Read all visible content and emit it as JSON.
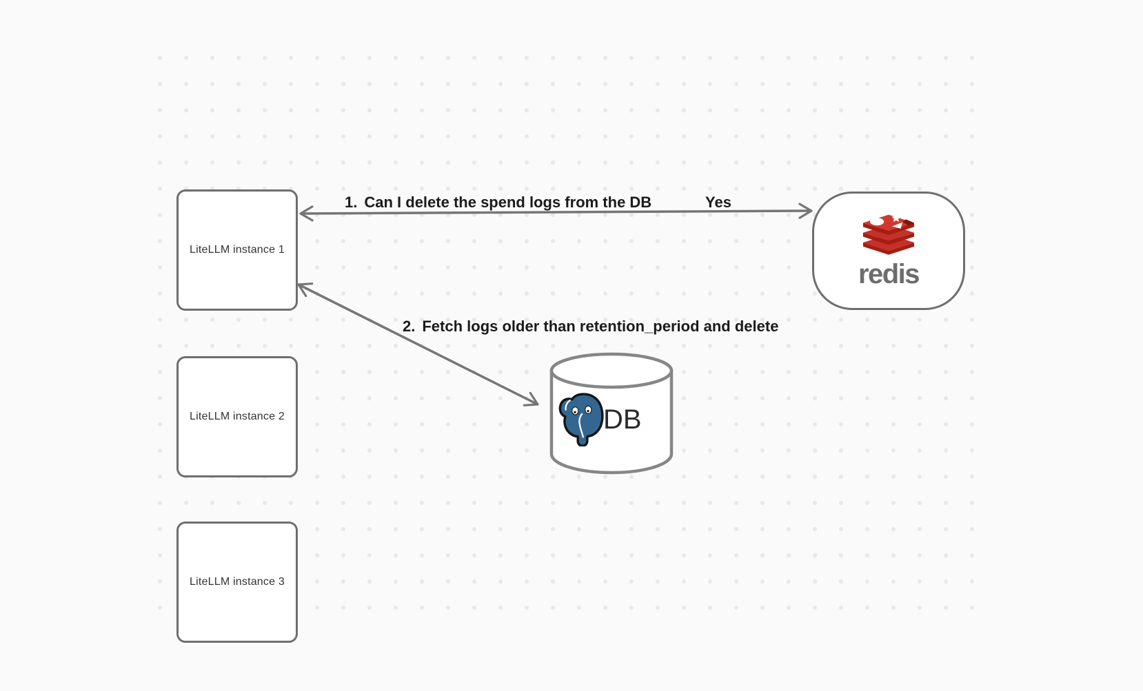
{
  "diagram": {
    "instances": [
      {
        "label": "LiteLLM instance 1"
      },
      {
        "label": "LiteLLM instance 2"
      },
      {
        "label": "LiteLLM instance 3"
      }
    ],
    "redis": {
      "wordmark": "redis"
    },
    "database": {
      "label": "DB"
    },
    "edges": {
      "cache_check": {
        "number": "1.",
        "text": "Can I delete the spend logs from the DB",
        "answer": "Yes"
      },
      "fetch_delete": {
        "number": "2.",
        "text": "Fetch logs older than retention_period and delete"
      }
    },
    "colors": {
      "background": "#fafafa",
      "dot": "#e8e8e8",
      "node_border": "#6e6e6e",
      "arrow": "#757575",
      "label_text": "#1b1b1b",
      "redis_red": "#c6302b",
      "redis_dark_red": "#a41e11",
      "redis_wordmark_gray": "#6d6d6d",
      "postgres_blue": "#336791",
      "cylinder_border": "#868686"
    }
  }
}
